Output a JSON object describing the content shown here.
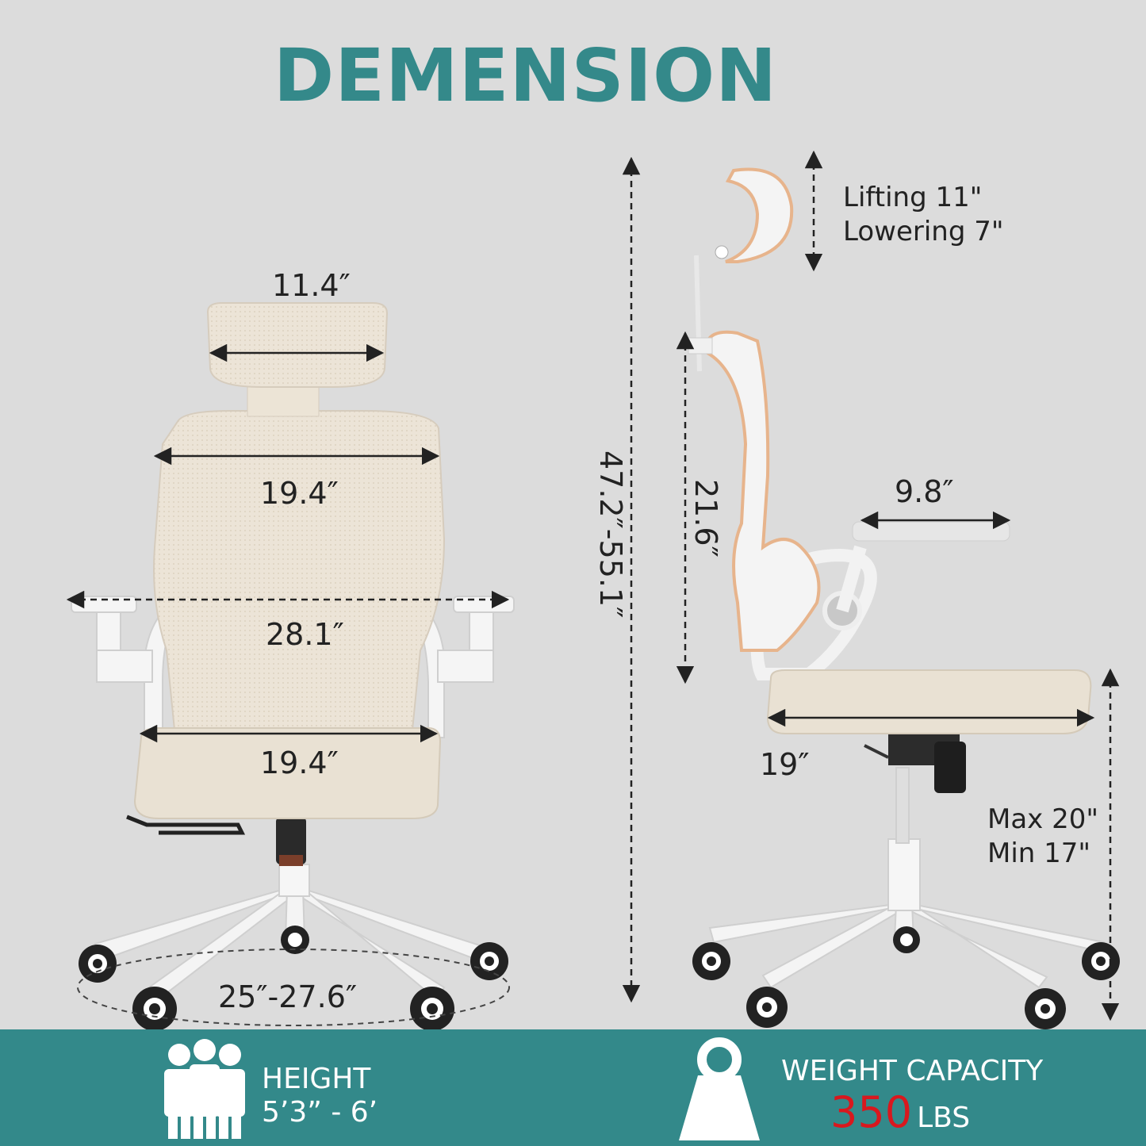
{
  "title": "DEMENSION",
  "front": {
    "headrest_width": "11.4″",
    "backrest_width": "19.4″",
    "armrest_span": "28.1″",
    "seat_width": "19.4″",
    "base_diameter": "25″-27.6″"
  },
  "side": {
    "total_height": "47.2″-55.1″",
    "headrest_lifting": "Lifting 11\"",
    "headrest_lowering": "Lowering 7\"",
    "backrest_height": "21.6″",
    "armrest_depth": "9.8″",
    "seat_depth": "19″",
    "seat_height_max": "Max 20\"",
    "seat_height_min": "Min 17\""
  },
  "features": {
    "height_label": "HEIGHT",
    "height_value": "5’3” - 6’",
    "capacity_label": "WEIGHT CAPACITY",
    "capacity_value": "350",
    "capacity_unit": "LBS"
  },
  "colors": {
    "teal": "#34898a",
    "accent_red": "#d8181e",
    "mesh": "#ebe3d6",
    "background": "#dcdcdc"
  },
  "icons": [
    "people-group-icon",
    "weight-icon"
  ]
}
